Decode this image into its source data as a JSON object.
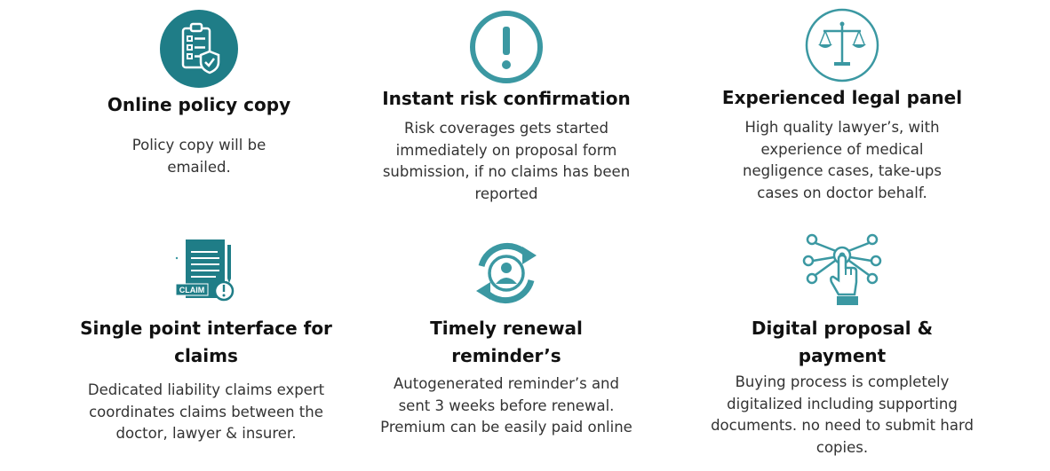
{
  "accent_color": "#1f7d87",
  "features": [
    {
      "icon": "clipboard-shield-icon",
      "title": "Online policy copy",
      "description": "Policy copy will be emailed."
    },
    {
      "icon": "exclamation-circle-icon",
      "title": "Instant risk confirmation",
      "description": "Risk coverages gets started immediately on proposal form submission, if no claims has been reported"
    },
    {
      "icon": "scales-of-justice-icon",
      "title": "Experienced legal panel",
      "description": "High quality lawyer’s, with experience of medical negligence cases, take-ups cases on doctor behalf."
    },
    {
      "icon": "claim-document-icon",
      "title": "Single point interface for claims",
      "description": "Dedicated liability claims expert coordinates claims between the doctor, lawyer & insurer.",
      "icon_label": "CLAIM"
    },
    {
      "icon": "renewal-cycle-icon",
      "title": "Timely renewal reminder’s",
      "description": "Autogenerated reminder’s and sent 3 weeks before renewal. Premium can be easily paid online"
    },
    {
      "icon": "digital-touch-network-icon",
      "title": "Digital proposal & payment",
      "description": "Buying process is completely digitalized including supporting documents. no need to submit hard copies."
    }
  ]
}
